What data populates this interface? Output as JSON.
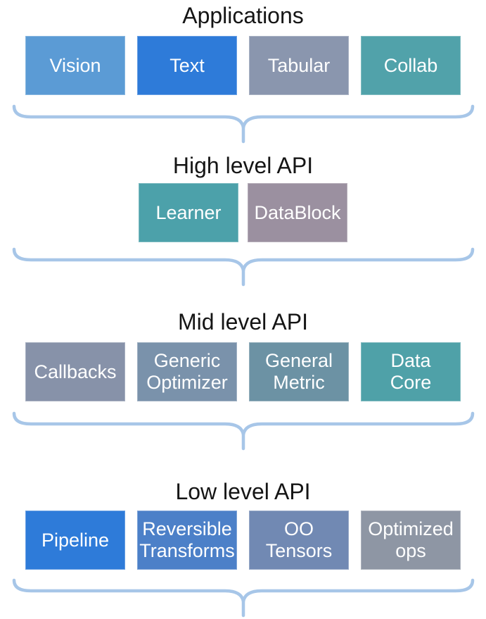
{
  "diagram": {
    "title_color": "#151515",
    "brace_color": "#A7C6E8",
    "sections": [
      {
        "title": "Applications",
        "boxes": [
          {
            "label": "Vision",
            "color": "#5B9BD5"
          },
          {
            "label": "Text",
            "color": "#2E7BD9"
          },
          {
            "label": "Tabular",
            "color": "#8A96AE"
          },
          {
            "label": "Collab",
            "color": "#51A2AA"
          }
        ]
      },
      {
        "title": "High level API",
        "boxes": [
          {
            "label": "Learner",
            "color": "#4CA1AA"
          },
          {
            "label": "DataBlock",
            "color": "#9B90A0"
          }
        ]
      },
      {
        "title": "Mid level API",
        "boxes": [
          {
            "label": "Callbacks",
            "color": "#8792A9"
          },
          {
            "label": "Generic\nOptimizer",
            "color": "#7A92AB"
          },
          {
            "label": "General\nMetric",
            "color": "#6C92A4"
          },
          {
            "label": "Data\nCore",
            "color": "#4FA1A8"
          }
        ]
      },
      {
        "title": "Low level API",
        "boxes": [
          {
            "label": "Pipeline",
            "color": "#2E7BD9"
          },
          {
            "label": "Reversible\nTransforms",
            "color": "#4C80C8"
          },
          {
            "label": "OO\nTensors",
            "color": "#7189B3"
          },
          {
            "label": "Optimized\nops",
            "color": "#8E96A4"
          }
        ]
      }
    ]
  }
}
